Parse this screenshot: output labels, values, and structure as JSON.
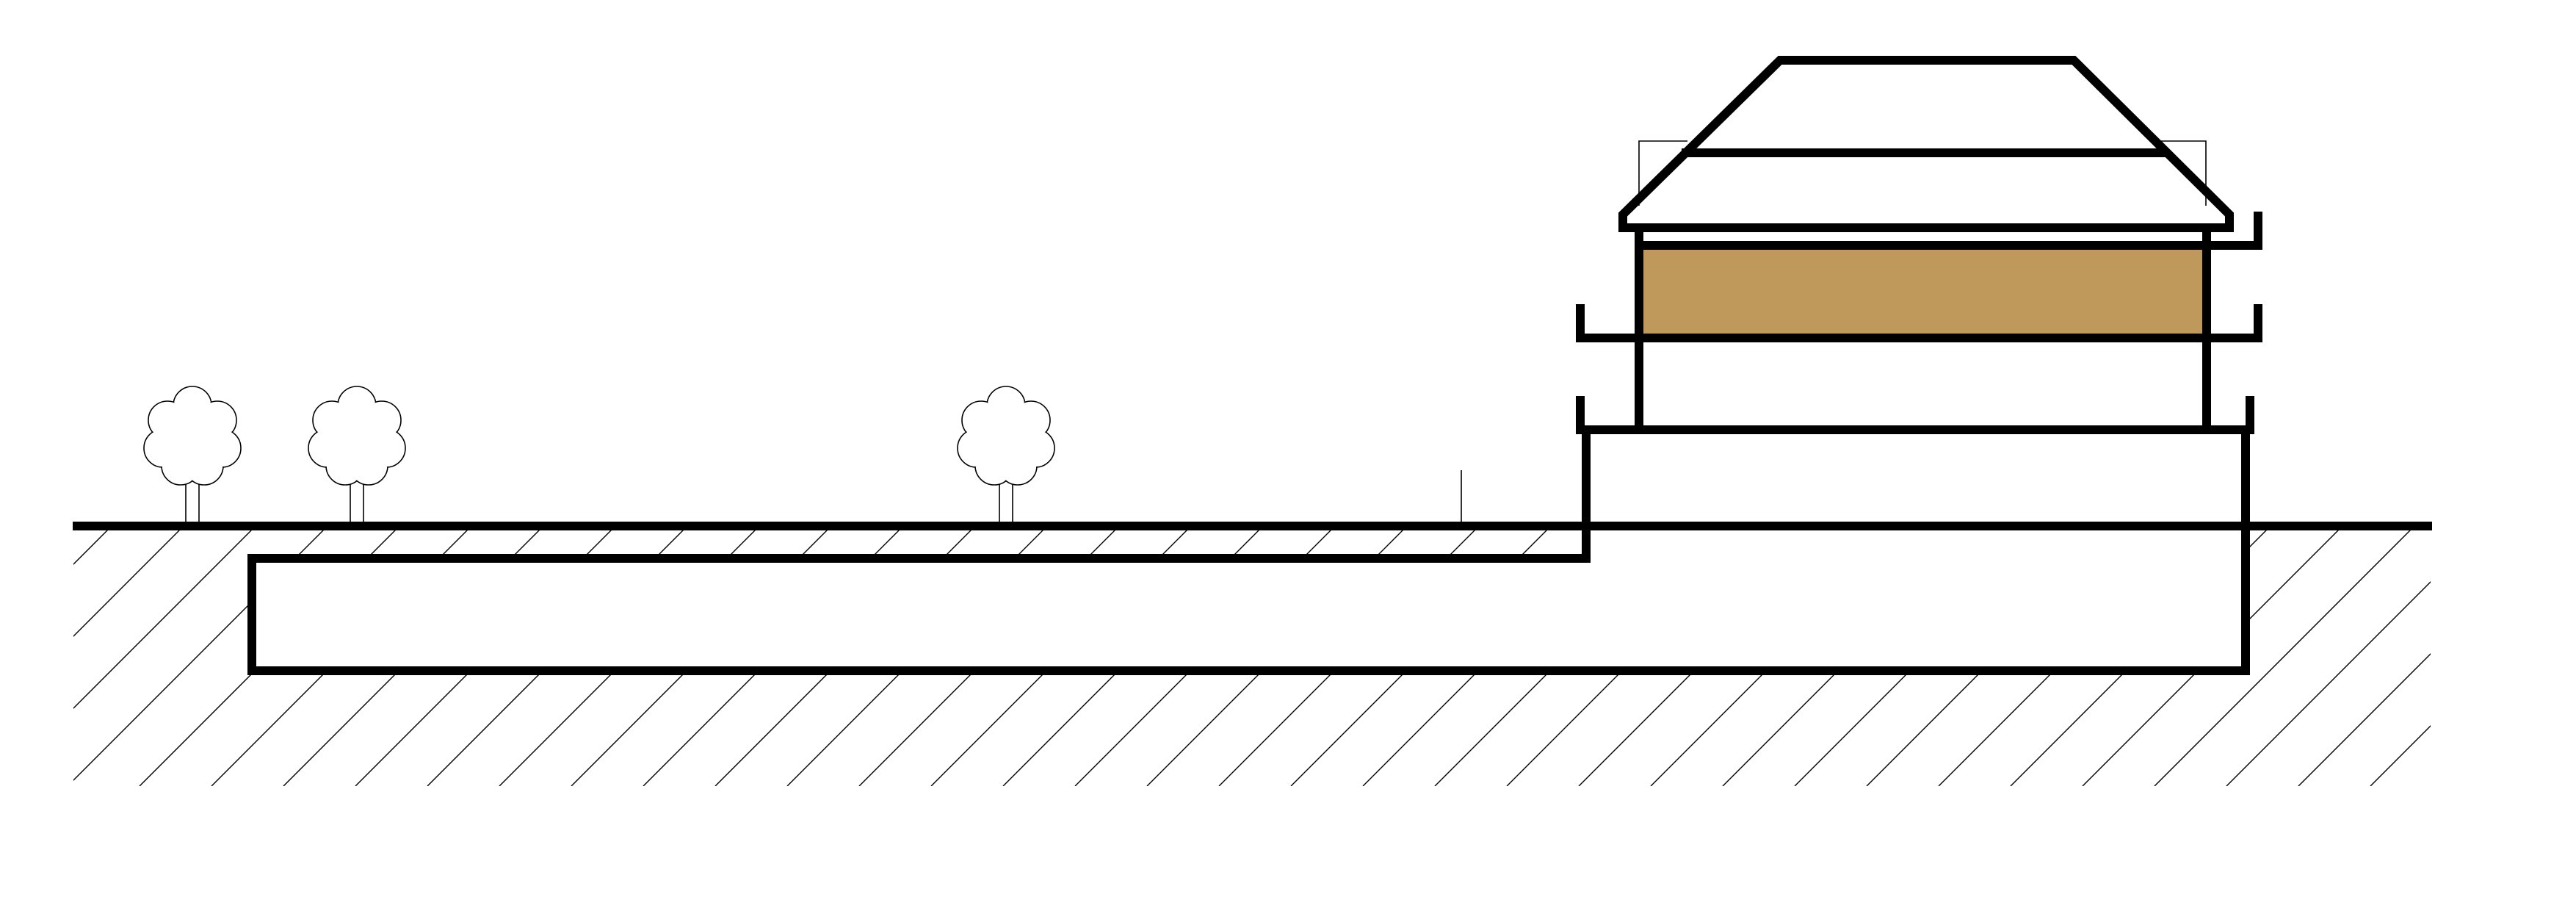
{
  "drawing": {
    "type": "building-section",
    "floor_fill_color": "#BF995C",
    "line_color": "#000000",
    "background_color": "#FFFFFF",
    "ground_hatch": "diagonal",
    "tree_count": 3
  }
}
